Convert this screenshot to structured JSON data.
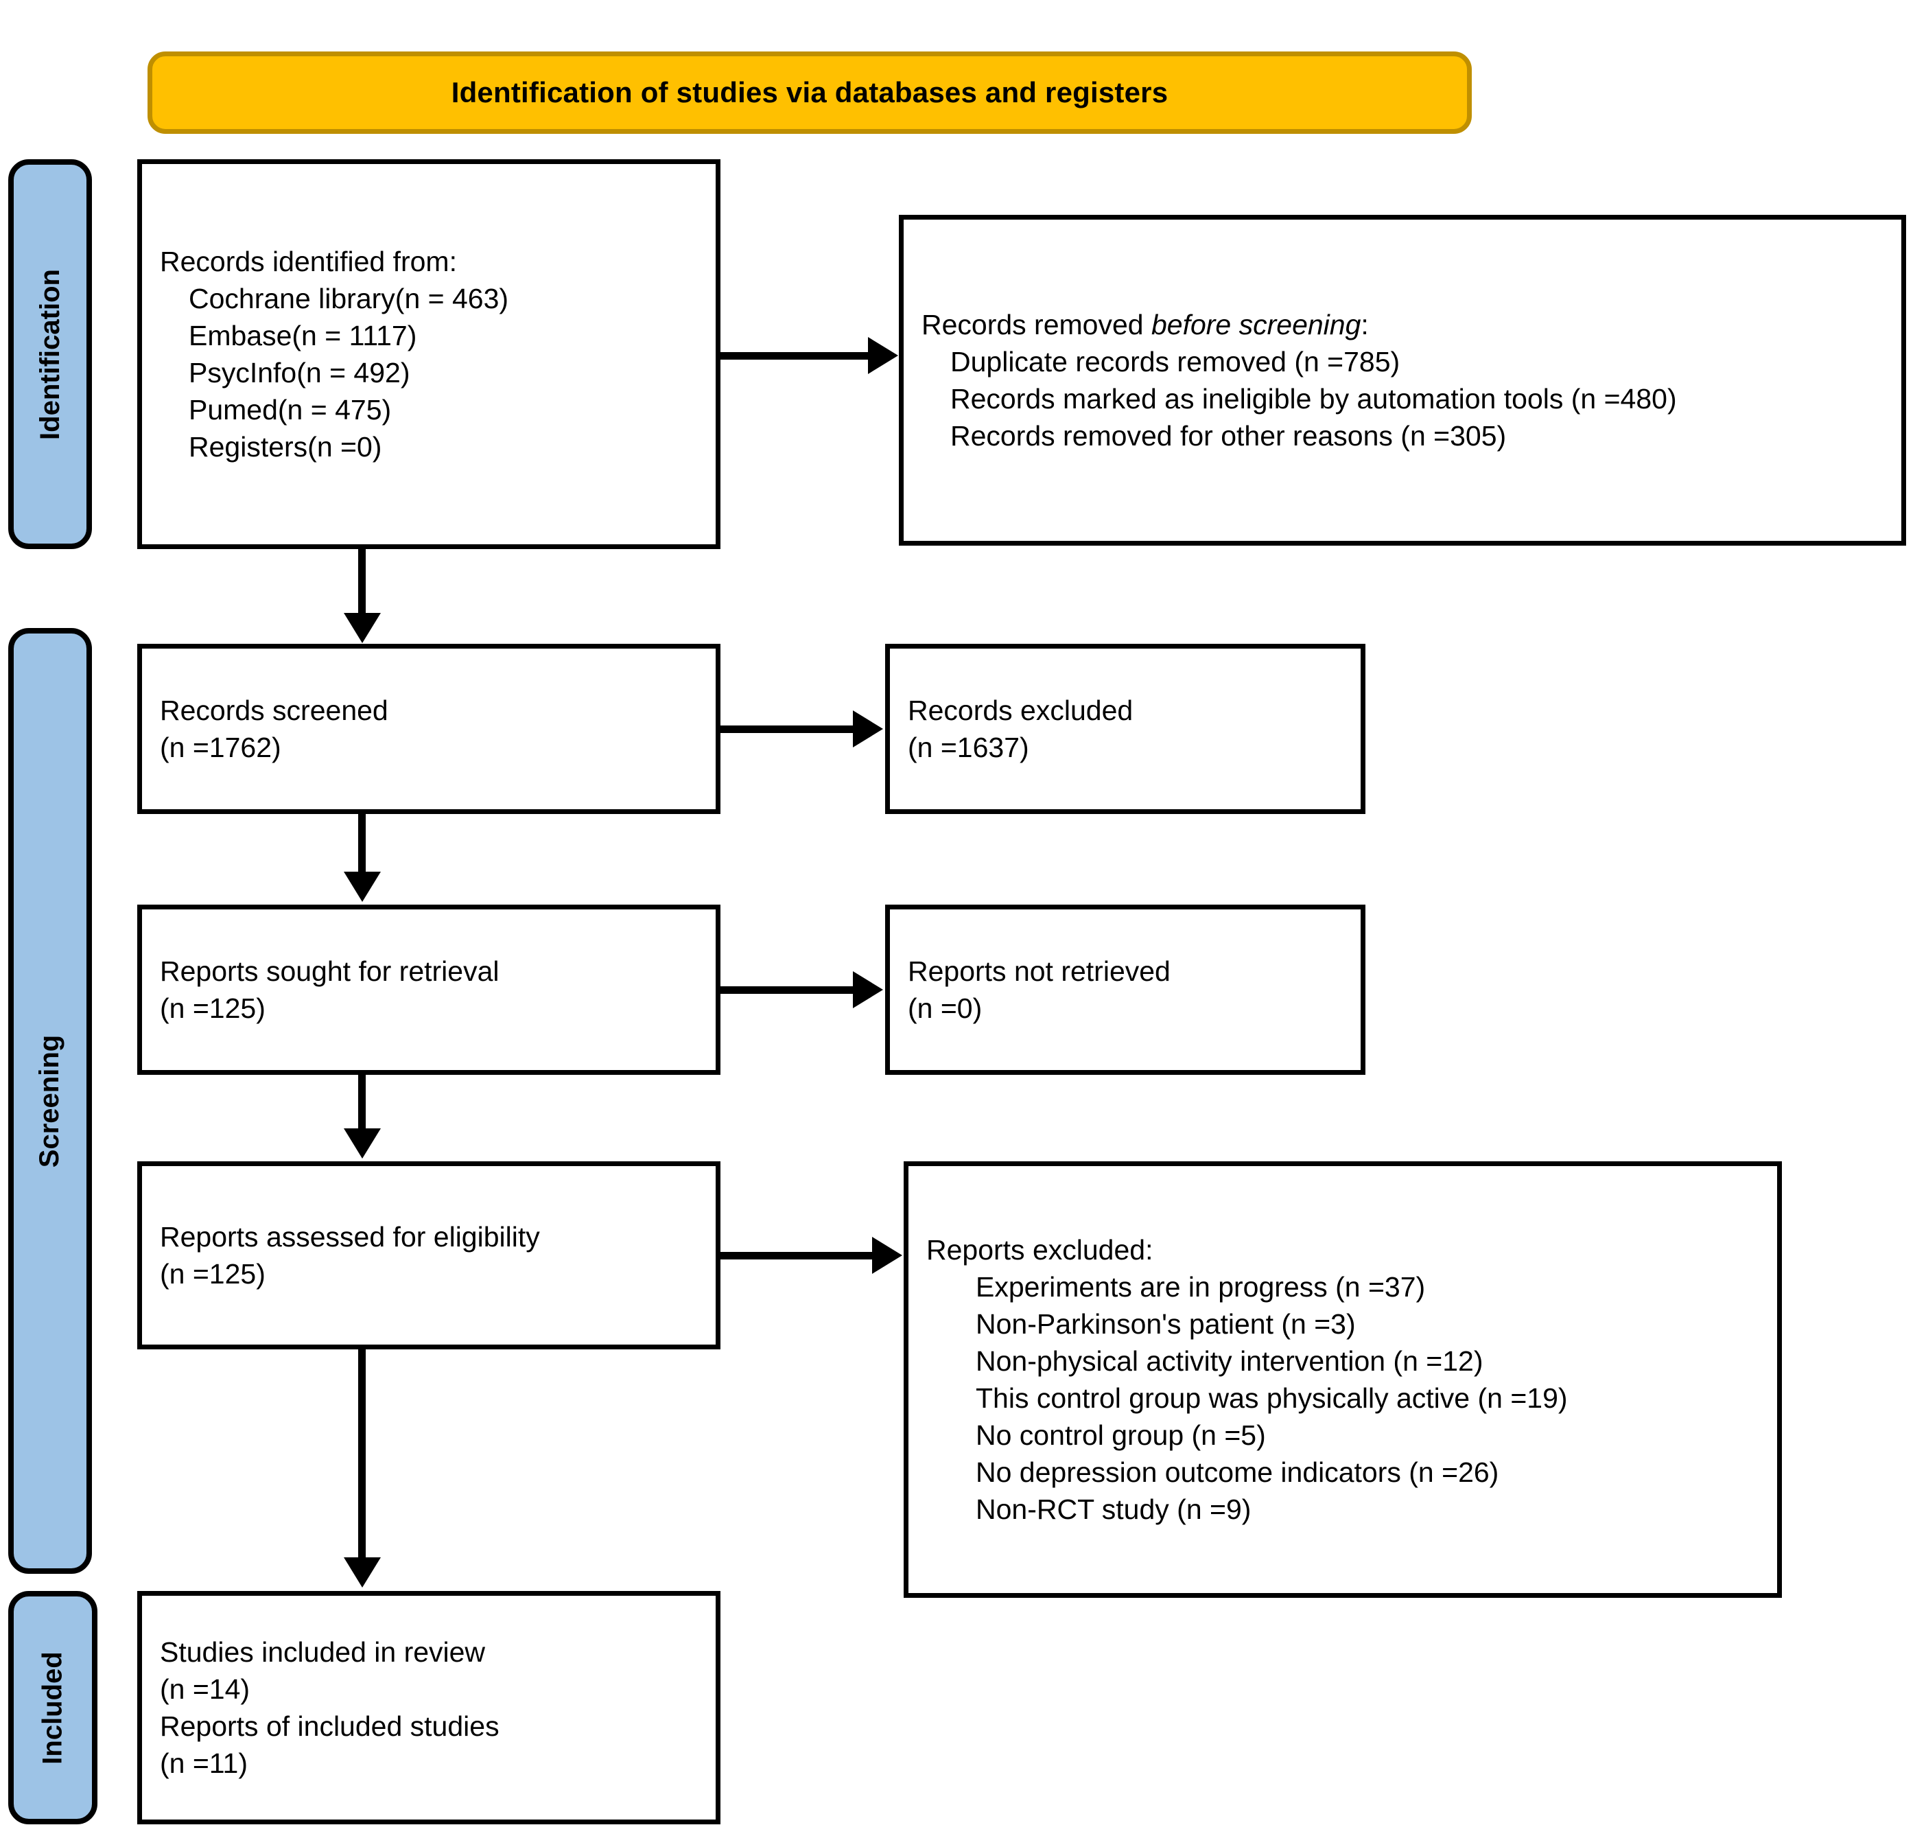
{
  "banner": {
    "title": "Identification of studies via databases and registers",
    "fill_color": "#FFC000",
    "border_color": "#BF8F00"
  },
  "stages": {
    "tab_fill_color": "#9DC3E6",
    "identification": "Identification",
    "screening": "Screening",
    "included": "Included"
  },
  "boxes": {
    "identified": {
      "heading": "Records identified from:",
      "items": [
        "Cochrane library(n = 463)",
        "Embase(n = 1117)",
        "PsycInfo(n = 492)",
        "Pumed(n = 475)",
        "Registers(n =0)"
      ]
    },
    "removed_before": {
      "heading_pre": "Records removed ",
      "heading_italic": "before screening",
      "heading_post": ":",
      "items": [
        "Duplicate records removed  (n =785)",
        "Records marked as ineligible by automation tools (n =480)",
        "Records removed for other reasons (n =305)"
      ]
    },
    "screened": {
      "label": "Records screened",
      "count": "(n =1762)"
    },
    "excluded": {
      "label": "Records excluded",
      "count": "(n =1637)"
    },
    "sought": {
      "label": "Reports sought for retrieval",
      "count": "(n =125)"
    },
    "not_retrieved": {
      "label": "Reports not retrieved",
      "count": "(n =0)"
    },
    "eligibility": {
      "label": "Reports assessed for eligibility",
      "count": "(n =125)"
    },
    "reports_excluded": {
      "heading": "Reports excluded:",
      "items": [
        "Experiments are in progress (n =37)",
        "Non-Parkinson's patient (n =3)",
        "Non-physical activity intervention (n =12)",
        "This control group was physically active (n =19)",
        "No control group (n =5)",
        "No depression outcome indicators (n =26)",
        "Non-RCT study (n =9)"
      ]
    },
    "included": {
      "label1": "Studies included in review",
      "count1": "(n =14)",
      "label2": "Reports of included studies",
      "count2": "(n =11)"
    }
  }
}
